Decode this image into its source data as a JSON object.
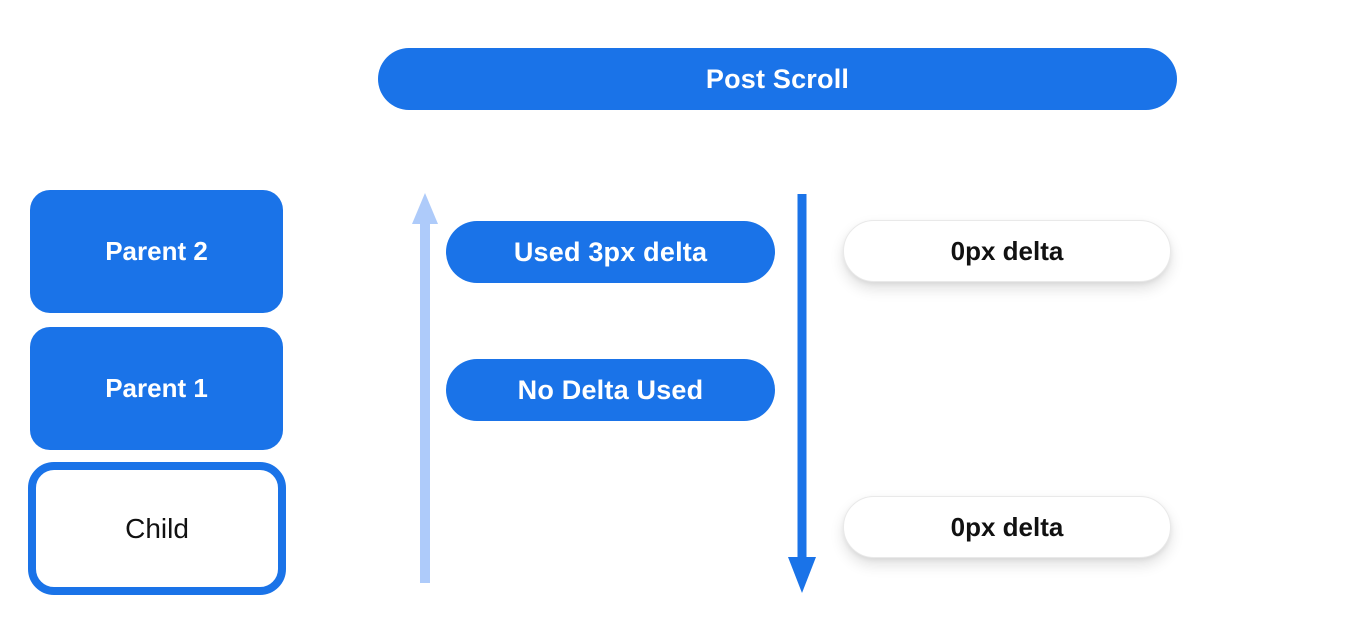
{
  "colors": {
    "blue": "#1a73e8",
    "light_blue": "#aecbfa",
    "dark_text": "#111111",
    "background": "#ffffff"
  },
  "header": {
    "label": "Post Scroll"
  },
  "scroll_chain": {
    "parent2_label": "Parent 2",
    "parent1_label": "Parent 1",
    "child_label": "Child"
  },
  "delta_usage": {
    "used_pill_label": "Used 3px delta",
    "no_delta_pill_label": "No Delta Used"
  },
  "remaining_delta": {
    "top_pill_label": "0px delta",
    "bottom_pill_label": "0px delta"
  },
  "icons": {
    "up_arrow": "up-arrow",
    "down_arrow": "down-arrow"
  }
}
